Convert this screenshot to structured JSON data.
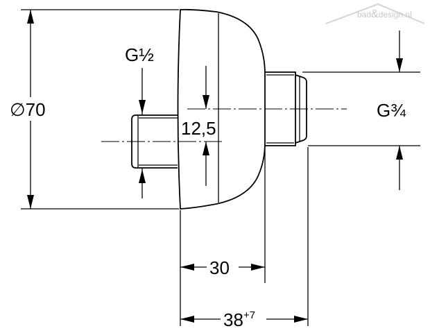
{
  "watermark": {
    "brand_left": "bad",
    "brand_amp": "&",
    "brand_right": "design.nl"
  },
  "dimensions": {
    "diameter_symbol": "∅",
    "diameter_value": "70",
    "inlet_thread": "G",
    "inlet_thread_size": "½",
    "outlet_thread": "G",
    "outlet_thread_size": "¾",
    "offset": "12,5",
    "depth": "30",
    "total_base": "38",
    "total_tolerance": "+7"
  }
}
